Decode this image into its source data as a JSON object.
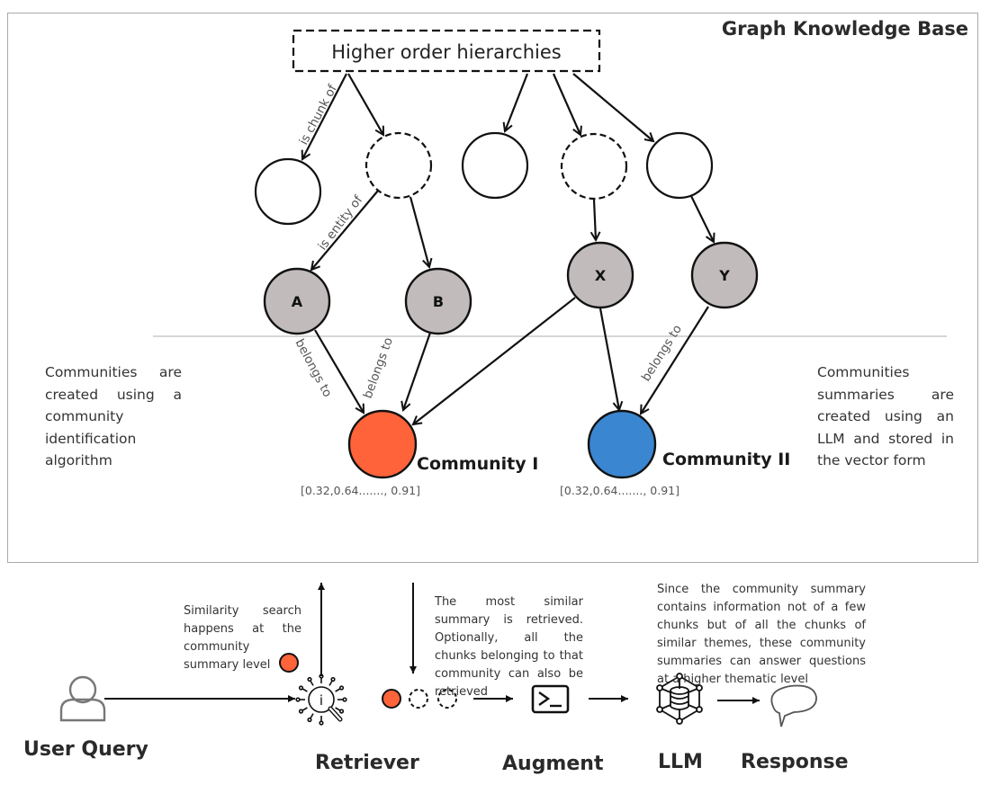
{
  "title": "Graph Knowledge Base",
  "top_box": "Higher order hierarchies",
  "edge_labels": {
    "is_chunk_of": "is chunk of",
    "is_entity_of": "is entity of",
    "belongs_to": "belongs to"
  },
  "entities": [
    {
      "id": "A",
      "label": "A"
    },
    {
      "id": "B",
      "label": "B"
    },
    {
      "id": "X",
      "label": "X"
    },
    {
      "id": "Y",
      "label": "Y"
    }
  ],
  "communities": [
    {
      "label": "Community I",
      "vector": "[0.32,0.64......., 0.91]",
      "color": "#ff6339"
    },
    {
      "label": "Community II",
      "vector": "[0.32,0.64......., 0.91]",
      "color": "#3a86d0"
    }
  ],
  "left_note": "Communities are created using a community identification algorithm",
  "right_note": "Communities summaries are created using an LLM and stored in the vector form",
  "pipeline": {
    "similarity_note": "Similarity search happens at the community summary level",
    "retrieved_note": "The most similar summary is retrieved. Optionally, all the chunks belonging to that community can also be retrieved",
    "llm_note": "Since the community summary contains information not of a few chunks but of all the chunks of similar themes, these community summaries can answer questions at a higher thematic level",
    "stages": [
      {
        "label": "User Query",
        "icon": "user-icon"
      },
      {
        "label": "Retriever",
        "icon": "retriever-search-icon"
      },
      {
        "label": "Augment",
        "icon": "terminal-prompt-icon"
      },
      {
        "label": "LLM",
        "icon": "llm-network-database-icon"
      },
      {
        "label": "Response",
        "icon": "speech-bubble-icon"
      }
    ]
  },
  "colors": {
    "entity_fill": "#c2bbbb",
    "community_1": "#ff6339",
    "community_2": "#3a86d0",
    "stroke": "#111111",
    "divider": "#d6d6d6",
    "frame": "#a9a9a9"
  }
}
